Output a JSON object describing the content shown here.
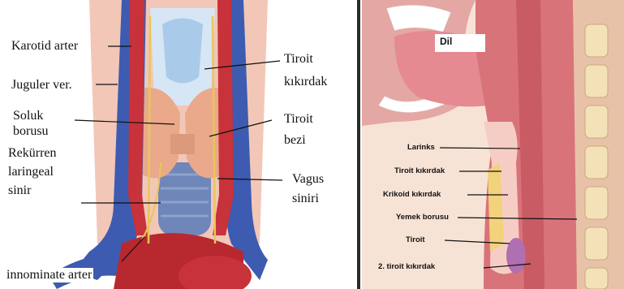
{
  "left_panel": {
    "labels": {
      "karotid": "Karotid arter",
      "juguler": "Juguler ver.",
      "soluk_1": "Soluk",
      "soluk_2": "borusu",
      "rekurren_1": "Rekürren",
      "rekurren_2": "laringeal",
      "rekurren_3": "sinir",
      "innominate": "innominate arter",
      "tiroit_kik_1": "Tiroit",
      "tiroit_kik_2": "kıkırdak",
      "tiroit_bezi_1": "Tiroit",
      "tiroit_bezi_2": "bezi",
      "vagus_1": "Vagus",
      "vagus_2": "siniri"
    },
    "colors": {
      "artery": "#c8323a",
      "vein": "#3d5bb0",
      "thyroid": "#e9a98a",
      "trachea": "#c9dcef",
      "nerve": "#e8c65a"
    }
  },
  "right_panel": {
    "labels": {
      "dil": "Dil",
      "larinks": "Larinks",
      "tiroit_kikirdak": "Tiroit kıkırdak",
      "krikoid": "Krikoid kıkırdak",
      "yemek": "Yemek borusu",
      "tiroit": "Tiroit",
      "ikinci": "2. tiroit kıkırdak"
    },
    "colors": {
      "tissue": "#d9737a",
      "vertebra": "#f3e2b8",
      "trachea": "#f2d27a",
      "tongue": "#e58a90"
    }
  }
}
